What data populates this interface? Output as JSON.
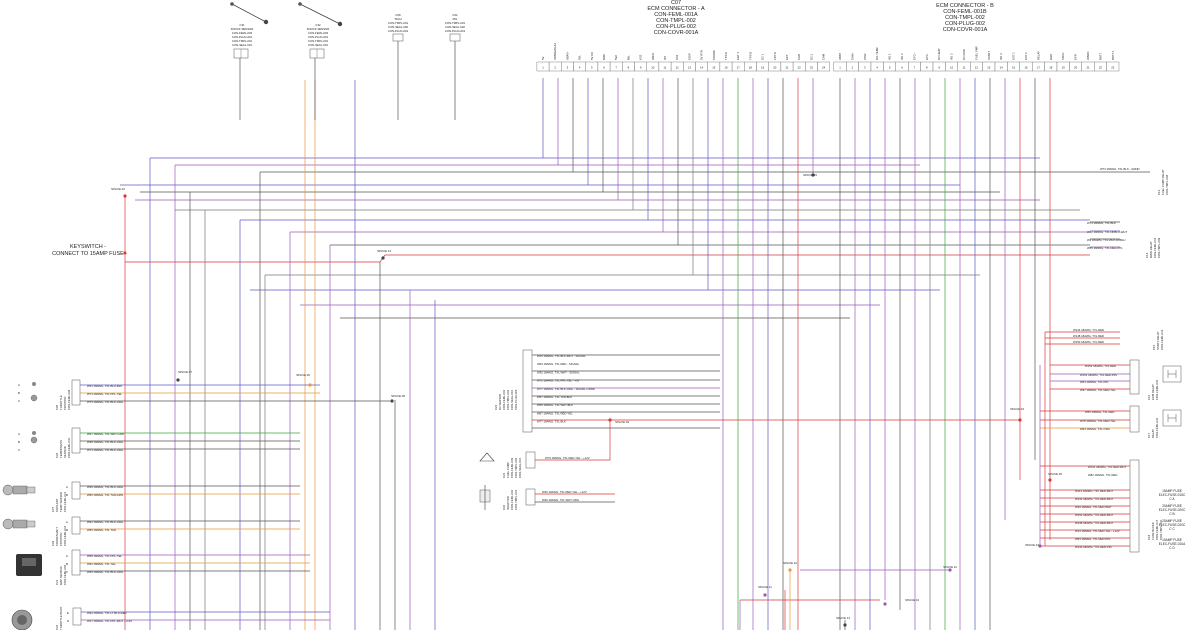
{
  "ecm_a": {
    "lines": [
      "C07",
      "ECM CONNECTOR - A",
      "CON-FEML-001A",
      "CON-TMPL-002",
      "CON-PLUG-002",
      "CON-COVR-001A"
    ],
    "pins": [
      {
        "n": "1",
        "label": "5V"
      },
      {
        "n": "2",
        "label": "SPARE/DLA1"
      },
      {
        "n": "3",
        "label": "VBAT+"
      },
      {
        "n": "4",
        "label": "5VL"
      },
      {
        "n": "5",
        "label": "5V CK"
      },
      {
        "n": "6",
        "label": "MAP"
      },
      {
        "n": "7",
        "label": "5V2"
      },
      {
        "n": "8",
        "label": "MIL"
      },
      {
        "n": "9",
        "label": "KS2"
      },
      {
        "n": "10",
        "label": "VAN1"
      },
      {
        "n": "11",
        "label": "IAT"
      },
      {
        "n": "12",
        "label": "KS1"
      },
      {
        "n": "13",
        "label": "EOIP"
      },
      {
        "n": "14",
        "label": "5V RTN"
      },
      {
        "n": "15",
        "label": "CRANK"
      },
      {
        "n": "16",
        "label": "TPS A"
      },
      {
        "n": "17",
        "label": "EGT 1"
      },
      {
        "n": "18",
        "label": "TPS B"
      },
      {
        "n": "19",
        "label": "O2 1"
      },
      {
        "n": "20",
        "label": "FPP A"
      },
      {
        "n": "21",
        "label": "ECT"
      },
      {
        "n": "22",
        "label": "CAN"
      },
      {
        "n": "23",
        "label": "O2 2"
      },
      {
        "n": "24",
        "label": "CAM"
      }
    ]
  },
  "ecm_b": {
    "lines": [
      "ECM CONNECTOR - B",
      "CON-FEML-001B",
      "CON-TMPL-002",
      "CON-PLUG-002",
      "CON-COVR-001A"
    ],
    "pins": [
      {
        "n": "1",
        "label": "VBAT"
      },
      {
        "n": "2",
        "label": "CAN+"
      },
      {
        "n": "3",
        "label": "VSW"
      },
      {
        "n": "4",
        "label": "OIL TEMP"
      },
      {
        "n": "5",
        "label": "INJ 1"
      },
      {
        "n": "6",
        "label": "INJ 2"
      },
      {
        "n": "7",
        "label": "ETC+"
      },
      {
        "n": "8",
        "label": "ETC-"
      },
      {
        "n": "9",
        "label": "O2 HEAT"
      },
      {
        "n": "10",
        "label": "INJ 3"
      },
      {
        "n": "11",
        "label": "O2 GND"
      },
      {
        "n": "12",
        "label": "FUEL PMP"
      },
      {
        "n": "13",
        "label": "START"
      },
      {
        "n": "14",
        "label": "INJ 4"
      },
      {
        "n": "15",
        "label": "EST 1"
      },
      {
        "n": "16",
        "label": "EST 2"
      },
      {
        "n": "17",
        "label": "RELAY"
      },
      {
        "n": "18",
        "label": "GND"
      },
      {
        "n": "19",
        "label": "TACH"
      },
      {
        "n": "20",
        "label": "EPR"
      },
      {
        "n": "21",
        "label": "WARN"
      },
      {
        "n": "22",
        "label": "BATT"
      },
      {
        "n": "23",
        "label": "BATT 2"
      }
    ]
  },
  "top_components": [
    {
      "lines": [
        "C31",
        "KNOCK SENSOR",
        "CON-FEML-003",
        "CON-PLUG-001",
        "CON-TMPL-001",
        "CON-SEAL-001"
      ]
    },
    {
      "lines": [
        "C32",
        "KNOCK SENSOR",
        "CON-FEML-003",
        "CON-PLUG-001",
        "CON-TMPL-001",
        "CON-SEAL-001"
      ]
    },
    {
      "lines": [
        "C08",
        "TACH",
        "CON-TMPL-001",
        "CON-SEAL-002",
        "CON-PLUG-001"
      ]
    },
    {
      "lines": [
        "C02",
        "MIL",
        "CON-TMPL-001",
        "CON-SEAL-002",
        "CON-PLUG-001"
      ]
    }
  ],
  "keyswitch": {
    "lines": [
      "KEYSWITCH -",
      "CONNECT TO 15AMP FUSE"
    ]
  },
  "splices": [
    {
      "label": "SPLICE 02"
    },
    {
      "label": "SPLICE 14"
    },
    {
      "label": "SPLICE 15"
    },
    {
      "label": "SPLICE 06"
    },
    {
      "label": "SPLICE 07"
    },
    {
      "label": "SPLICE 08"
    },
    {
      "label": "SPLICE 09"
    },
    {
      "label": "SPLICE 10"
    },
    {
      "label": "SPLICE 11"
    },
    {
      "label": "SPLICE 12"
    },
    {
      "label": "SPLICE 13"
    },
    {
      "label": "SPLICE 04"
    },
    {
      "label": "SPLICE 03"
    },
    {
      "label": "SPLICE 05"
    },
    {
      "label": "SPLICE 01"
    }
  ],
  "center_component": {
    "lines": [
      "C23",
      "O2 SENSOR",
      "CON-FEML-002",
      "CON-TMPL-003",
      "CON-SEAL-003",
      "CON-PLUG-003"
    ],
    "wires": [
      "W15 18AWG, TXL BLK-WHT - SIGNAL",
      "W63 18AWG, TXL RED - SIGNAL",
      "W35 18AWG, TXL WHT - SIGNAL",
      "W72 18AWG, TXL PPL-YEL - +5V",
      "W77 18AWG, TXL BLK-ORG - SIGNAL GRND",
      "W57 18AWG, TXL TAN-BLK",
      "W56 18AWG, TXL WHT-BLK",
      "W67 18AWG, TXL RED-YEL",
      "W77 18AWG, TXL BLK"
    ]
  },
  "c24_component": {
    "lines": [
      "C24",
      "FUEL PUMP",
      "CON-FEML-009",
      "CON-TMPL-006",
      "CON-SEAL-003"
    ],
    "wire": "W79 18AWG, TXL RED-YEL - +12V"
  },
  "c06_component": {
    "lines": [
      "C06",
      "INJECTOR",
      "CON-FEML-002",
      "CON-TMPL-001"
    ],
    "wires": [
      "W30 18AWG, TXL RED-YEL - +12V",
      "W26 18AWG, TXL WHT-ORG"
    ]
  },
  "left_components": [
    {
      "pins": [
        "A",
        "B",
        "C"
      ],
      "lines": [
        "C05",
        "THROTTLE",
        "POSITION",
        "CON-FEML-008"
      ],
      "wires": [
        "W31 18AWG, TXL BLU-BLK",
        "W73 18AWG, TXL PPL-YEL",
        "W75 18AWG, TXL BLK-ORG"
      ]
    },
    {
      "pins": [
        "A",
        "B",
        "C"
      ],
      "lines": [
        "C26",
        "TEMP/PRESS",
        "SENSOR",
        "CON-FEML-010"
      ],
      "wires": [
        "W37 18AWG, TXL WHT-GRN",
        "W38 18AWG, TXL BLK-ORG",
        "W74 18AWG, TXL BLK-ORG"
      ]
    },
    {
      "pins": [
        "A",
        "B"
      ],
      "lines": [
        "C27",
        "COOLANT",
        "TEMP SENSOR",
        "CON-FEML-011"
      ],
      "wires": [
        "W36 18AWG, TXL BLK-ORG",
        "W50 18AWG, TXL TAN-GRN"
      ]
    },
    {
      "pins": [
        "A",
        "B"
      ],
      "lines": [
        "C29",
        "CRANKSHAFT",
        "POSITION",
        "CON-FEML-012"
      ],
      "wires": [
        "W92 18AWG, TXL BLK-ORG",
        "W65 18AWG, TXL TAN"
      ]
    },
    {
      "pins": [
        "A",
        "B",
        "C"
      ],
      "lines": [
        "C21",
        "MAP SENSOR",
        "CON-FEML-005"
      ],
      "wires": [
        "W58 18AWG, TXL PPL-YEL",
        "W42 18AWG, TXL YEL",
        "W39 18AWG, TXL BLK-ORG"
      ]
    },
    {
      "pins": [
        "E",
        "D"
      ],
      "lines": [
        "C22",
        "THROTTLE BODY"
      ],
      "wires": [
        "W32 18AWG, TXL LT BLU-RED",
        "W17 18AWG, TXL PPL-WHT - +12V"
      ]
    }
  ],
  "right_components": [
    {
      "lines": [
        "C13",
        "FUEL PUMP RELAY",
        "CON-TMPL-008"
      ],
      "wires": [
        "W73 18AWG, TXL BLK - GRND"
      ]
    },
    {
      "lines": [
        "C14",
        "MAIN RELAY",
        "CON-FEML-013",
        "CON-TMPL-009"
      ],
      "wires": [
        "W74 18AWG, TXL BLK",
        "W12 18AWG, TXL DKBLU-WHT",
        "W2 18AWG, TXL WHT-DKBLU",
        "W55 18AWG, TXL RED-PPL"
      ]
    },
    {
      "lines": [
        "C15",
        "START RELAY",
        "CON-FEML-014"
      ],
      "wires": [
        "W144 18AWG, TXL RED",
        "W148 18AWG, TXL RED",
        "W150 18AWG, TXL RED"
      ]
    },
    {
      "lines": [
        "C16",
        "ECM RELAY",
        "CON-FEML-015"
      ],
      "wires": [
        "W152 18AWG, TXL RED",
        "W151 18AWG, TXL RED-PPL",
        "W53 18AWG, TXL PPL",
        "W47 18AWG, TXL RED-YEL"
      ]
    },
    {
      "lines": [
        "C17",
        "RELAY",
        "CON-FEML-016"
      ],
      "wires": [
        "W55 18AWG, TXL RED",
        "W78 18AWG, TXL RED-YEL",
        "W63 18AWG, TXL ORG"
      ]
    },
    {
      "lines": [
        "C18",
        "FUSE BLOCK",
        "CON-FEML-017",
        "CON-TMPL-010"
      ],
      "wires": [
        "W141 18AWG, TXL RED-WHT",
        "W82 18AWG, TXL RED",
        "W113 18AWG, TXL RED-WHT",
        "W142 18AWG, TXL RED-WHT",
        "W49 18AWG, TXL RED-WHT",
        "W152 18AWG, TXL RED-WHT",
        "W148 18AWG, TXL RED-WHT",
        "W14 18AWG, TXL RED-YEL - +12V",
        "W53 18AWG, TXL RED-PPL",
        "W140 18AWG, TXL RED-PPL"
      ]
    }
  ],
  "fuses": [
    {
      "lines": [
        "15AMP FUSE",
        "ELEC-FUSE-015C",
        "C A"
      ]
    },
    {
      "lines": [
        "20AMP FUSE",
        "ELEC-FUSE-020C",
        "C B"
      ]
    },
    {
      "lines": [
        "20AMP FUSE",
        "ELEC-FUSE-020C",
        "C C"
      ]
    },
    {
      "lines": [
        "10AMP FUSE",
        "ELEC-FUSE-010A",
        "C D"
      ]
    }
  ],
  "wire_colors": {
    "red": "#d83838",
    "blue": "#5a5ac8",
    "purple": "#9a5ab8",
    "orange": "#e8983a",
    "green": "#3aa83a",
    "black": "#333333",
    "gray": "#8a8a8a"
  }
}
